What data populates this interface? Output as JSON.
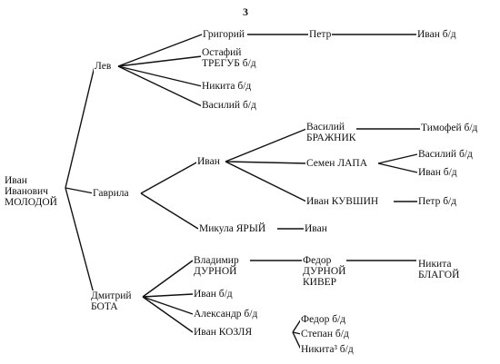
{
  "page_number": "3",
  "nodes": {
    "root": {
      "l1": "Иван",
      "l2": "Иванович",
      "l3": "МОЛОДОЙ"
    },
    "lev": "Лев",
    "gavrila": "Гаврила",
    "dmitriy": {
      "l1": "Дмитрий",
      "l2": "БОТА"
    },
    "grigoriy": "Григорий",
    "petr1": "Петр",
    "ivan_bd1": "Иван б/д",
    "ostafiy": {
      "l1": "Остафий",
      "l2": "ТРЕГУБ б/д"
    },
    "nikita_bd1": "Никита б/д",
    "vasiliy_bd1": "Василий б/д",
    "ivan_g": "Иван",
    "vasiliy_brazhnik": {
      "l1": "Василий",
      "l2": "БРАЖНИК"
    },
    "timofey_bd": "Тимофей б/д",
    "semen_lapa": "Семен ЛАПА",
    "vasiliy_bd2": "Василий б/д",
    "ivan_bd2": "Иван б/д",
    "ivan_kuvshin": "Иван  КУВШИН",
    "petr_bd": "Петр б/д",
    "mikula_yaryy": "Микула ЯРЫЙ",
    "ivan_m": "Иван",
    "vladimir": {
      "l1": "Владимир",
      "l2": "ДУРНОЙ"
    },
    "fedor_durnoy": {
      "l1": "Федор",
      "l2": "ДУРНОЙ",
      "l3": "КИВЕР"
    },
    "nikita_blagoy": {
      "l1": "Никита",
      "l2": "БЛАГОЙ"
    },
    "ivan_bd3": "Иван б/д",
    "aleksandr_bd": "Александр б/д",
    "ivan_kozlya": "Иван КОЗЛЯ",
    "fedor_bd": "Федор б/д",
    "stepan_bd": "Степан б/д",
    "nikita3_bd": "Никита³ б/д"
  }
}
